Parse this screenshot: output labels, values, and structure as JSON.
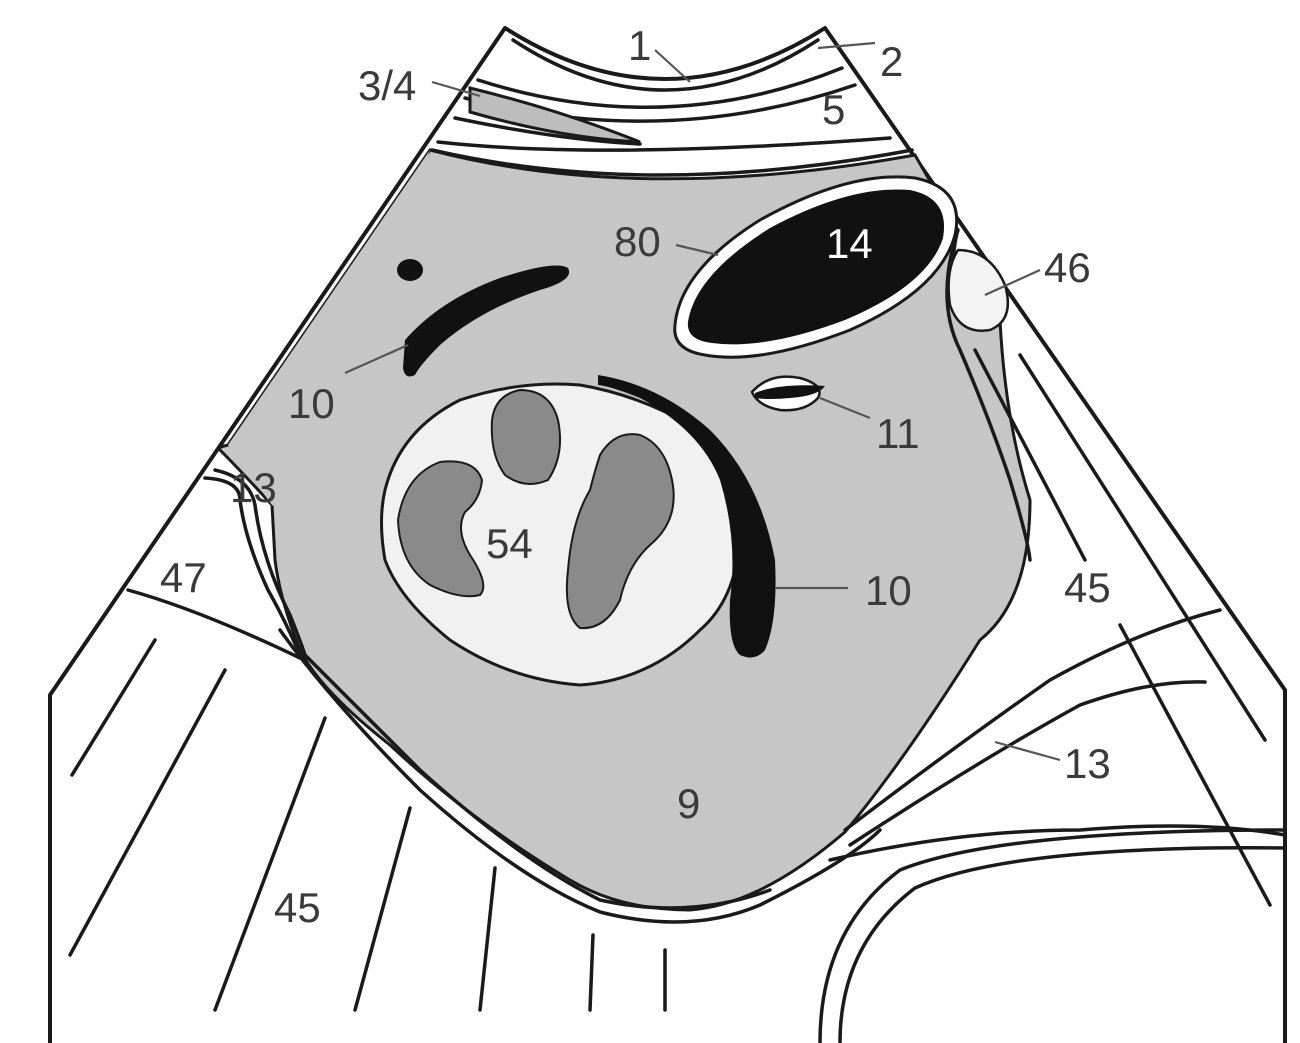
{
  "colors": {
    "background": "#ffffff",
    "tissue_gray": "#c6c6c6",
    "dark_gray": "#8a8a8a",
    "vessel_black": "#111111",
    "light_region": "#f1f1f1",
    "line": "#1a1a1a"
  },
  "labels": {
    "l1": "1",
    "l2": "2",
    "l34": "3/4",
    "l5": "5",
    "l80": "80",
    "l14": "14",
    "l46": "46",
    "l10_left": "10",
    "l11": "11",
    "l13_left": "13",
    "l54": "54",
    "l47": "47",
    "l10_right": "10",
    "l45_right": "45",
    "l13_right": "13",
    "l9": "9",
    "l45_left": "45"
  }
}
